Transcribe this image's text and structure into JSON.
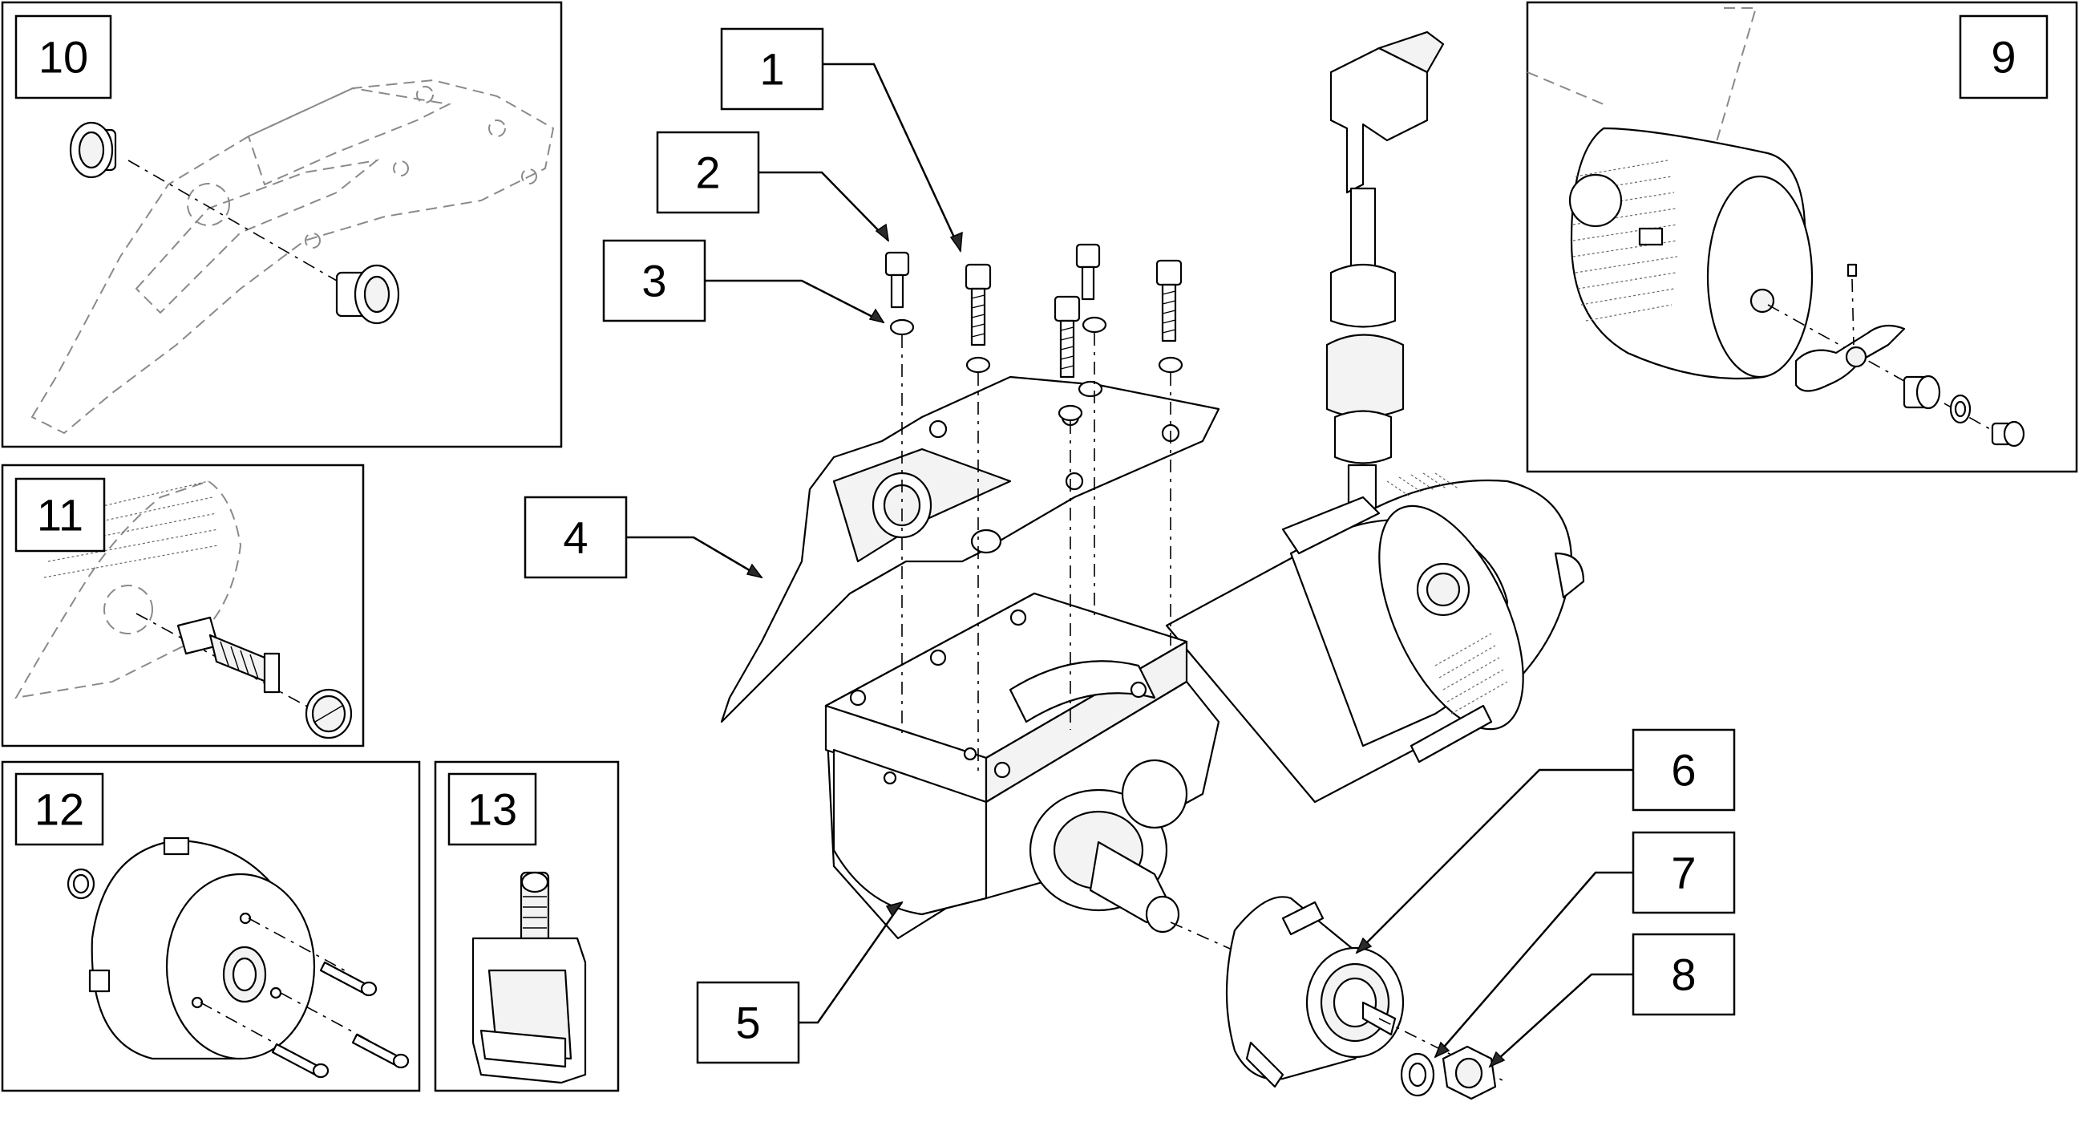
{
  "callouts": {
    "c1": "1",
    "c2": "2",
    "c3": "3",
    "c4": "4",
    "c5": "5",
    "c6": "6",
    "c7": "7",
    "c8": "8",
    "c9": "9",
    "c10": "10",
    "c11": "11",
    "c12": "12",
    "c13": "13"
  },
  "colors": {
    "line": "#000000",
    "ghost": "#8a8a8a",
    "background": "#ffffff"
  }
}
